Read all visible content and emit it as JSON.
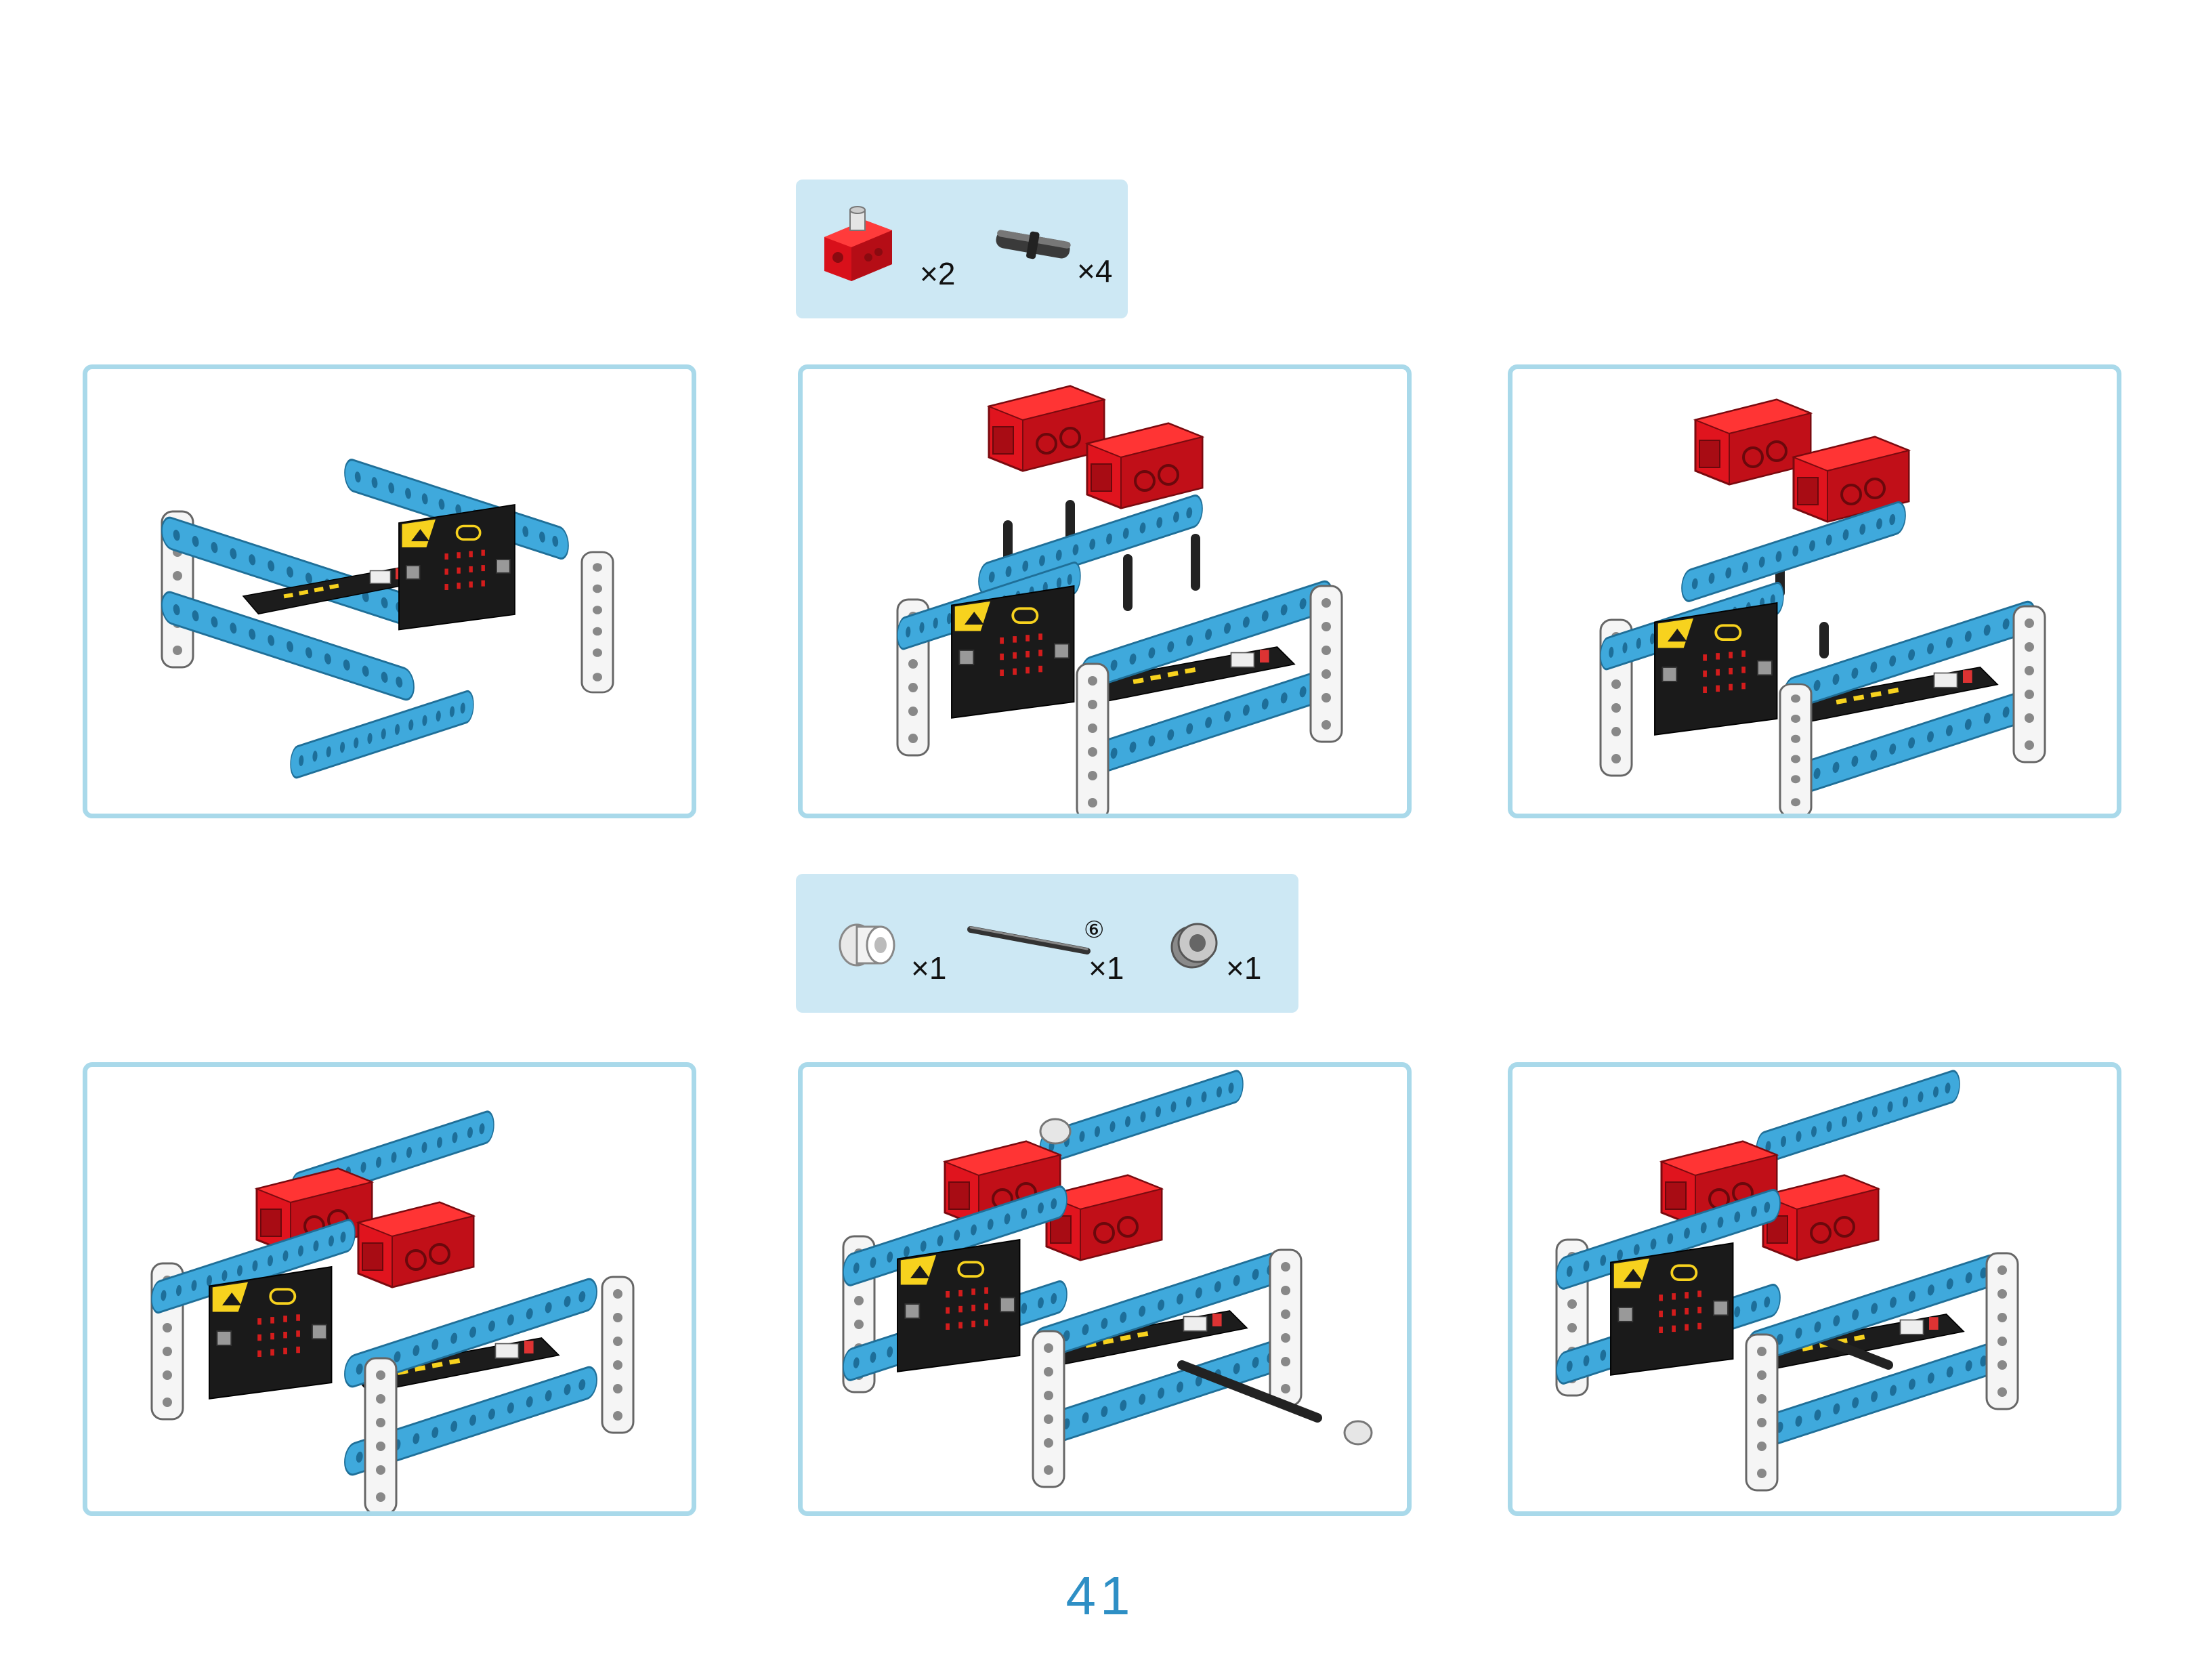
{
  "page": {
    "number": "41"
  },
  "colors": {
    "accent": "#2e8fc5",
    "panel_border": "#a9d9ea",
    "parts_bg": "#cde8f4",
    "beam_blue": "#3fa9dc",
    "servo_red": "#e0141e",
    "board_black": "#1a1a1a"
  },
  "parts_top": {
    "items": [
      {
        "icon": "red-servo-motor-icon",
        "count": "×2"
      },
      {
        "icon": "black-connector-pin-icon",
        "count": "×4"
      }
    ]
  },
  "parts_middle": {
    "items": [
      {
        "icon": "white-bushing-icon",
        "count": "×1"
      },
      {
        "icon": "axle-rod-icon",
        "count": "×1",
        "length_mark": "⑥"
      },
      {
        "icon": "grey-bushing-icon",
        "count": "×1"
      }
    ]
  },
  "steps": [
    {
      "icon": "chassis-frame-assembly-illustration"
    },
    {
      "icon": "servo-and-pin-insertion-illustration"
    },
    {
      "icon": "servo-placement-illustration"
    },
    {
      "icon": "servos-mounted-illustration"
    },
    {
      "icon": "axle-and-bushing-insertion-illustration"
    },
    {
      "icon": "axle-installed-illustration"
    }
  ]
}
